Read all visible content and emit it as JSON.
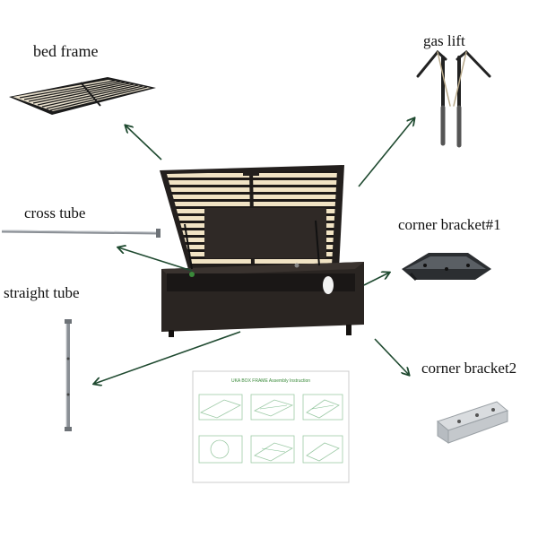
{
  "labels": {
    "bed_frame": "bed frame",
    "gas_lift": "gas lift",
    "cross_tube": "cross tube",
    "straight_tube": "straight tube",
    "corner_bracket_1": "corner bracket#1",
    "corner_bracket_2": "corner bracket2"
  },
  "instruction_sheet": {
    "title": "UKA BOX FRAME Assembly Instruction"
  },
  "colors": {
    "arrow": "#1f4a30",
    "bed_body": "#2a2522",
    "slat": "#f1e3c4",
    "metal": "#8a8f95",
    "bracket_dark": "#2b2e31",
    "bracket_light": "#c8ccd0",
    "sheet_line": "#7fbf8f"
  }
}
